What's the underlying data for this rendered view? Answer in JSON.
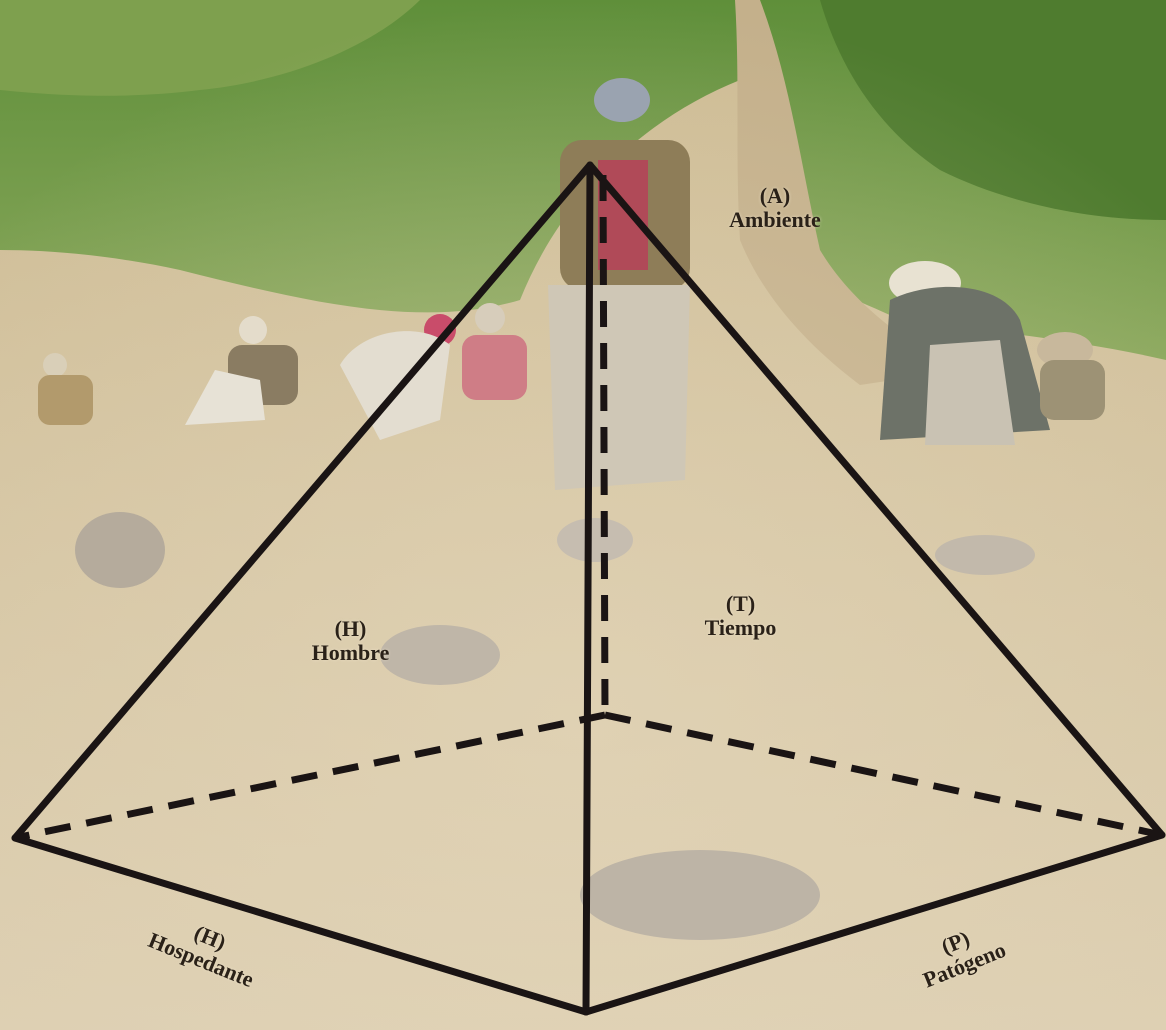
{
  "labels": {
    "ambiente": {
      "code": "(A)",
      "name": "Ambiente"
    },
    "hombre": {
      "code": "(H)",
      "name": "Hombre"
    },
    "tiempo": {
      "code": "(T)",
      "name": "Tiempo"
    },
    "hospedante": {
      "code": "(H)",
      "name": "Hospedante"
    },
    "patogeno": {
      "code": "(P)",
      "name": "Patógeno"
    }
  },
  "colors": {
    "edge": "#1a1414",
    "grass": "#6f9a45",
    "soil": "#d2c2a0",
    "path": "#cbb994"
  }
}
